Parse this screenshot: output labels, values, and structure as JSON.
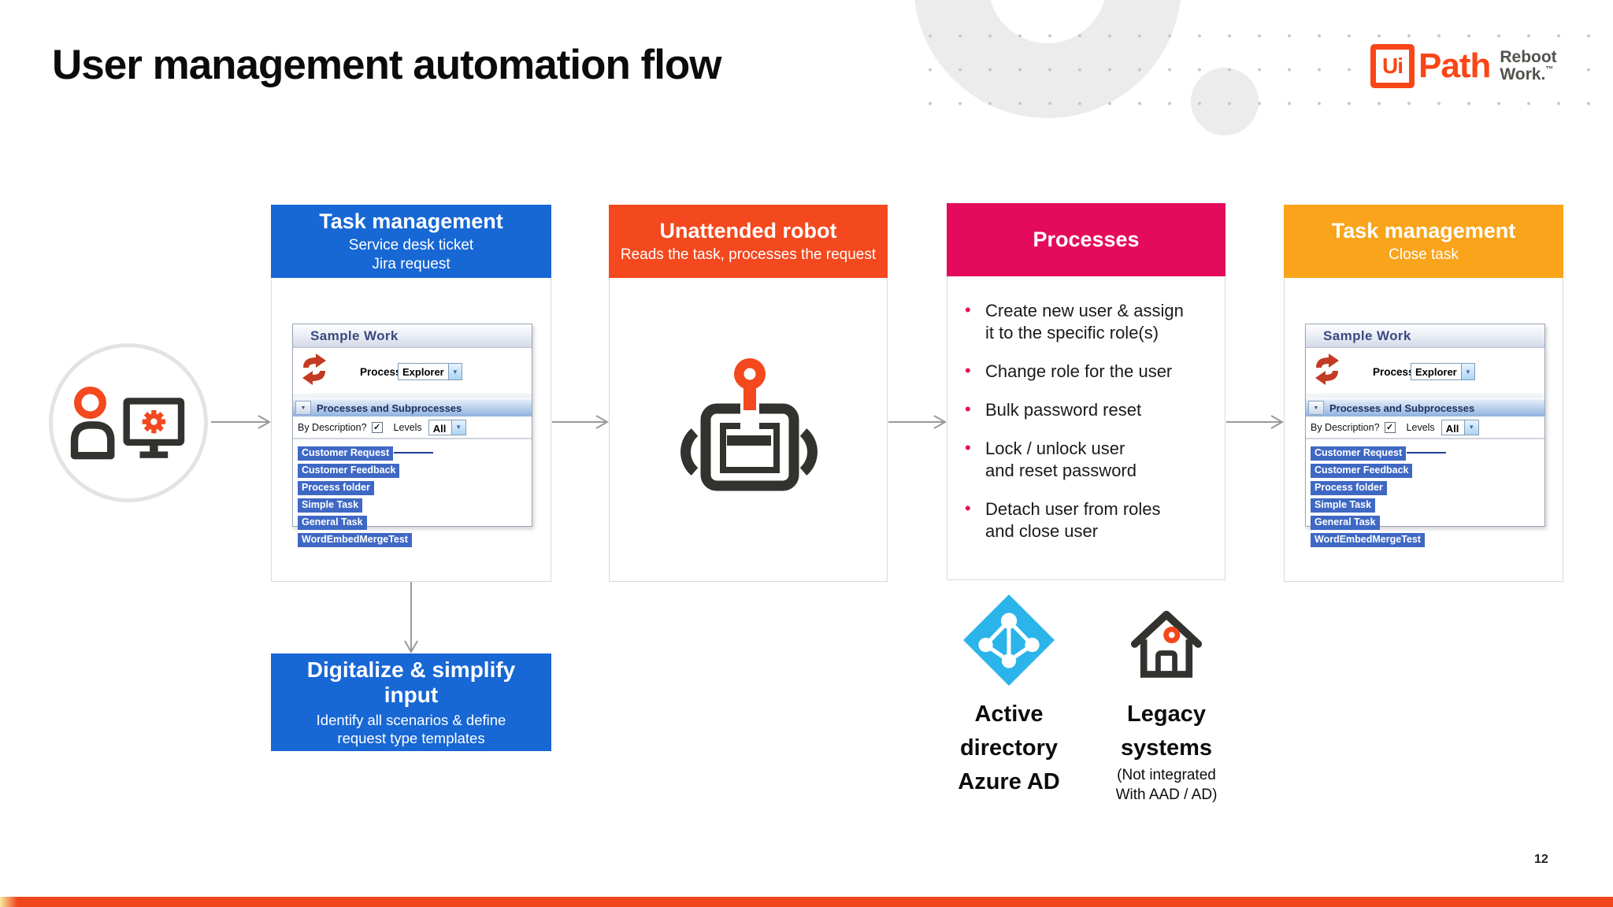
{
  "slide": {
    "title": "User management automation flow",
    "page_number": "12"
  },
  "logo": {
    "ui": "Ui",
    "path": "Path",
    "tagline": "Reboot\nWork.",
    "tm": "™"
  },
  "colors": {
    "blue": "#1767D4",
    "orange": "#F4481E",
    "pink": "#E50B5C",
    "amber": "#F9A41B",
    "footer_bar": "#F0461C",
    "chip_blue": "#3E68C4",
    "azure": "#2BB4EA",
    "icon_dark": "#33322E"
  },
  "flow": {
    "step1": {
      "title": "Task management",
      "subtitle": "Service desk ticket\nJira request"
    },
    "step2": {
      "title": "Unattended robot",
      "subtitle": "Reads the task, processes the request"
    },
    "step3": {
      "title": "Processes",
      "bullets": [
        "Create new user & assign\nit to the specific role(s)",
        "Change role for the user",
        "Bulk password reset",
        "Lock / unlock user\nand reset password",
        "Detach user from roles\nand close user"
      ]
    },
    "step4": {
      "title": "Task management",
      "subtitle": "Close task"
    }
  },
  "digitalize": {
    "title": "Digitalize & simplify input",
    "subtitle": "Identify all scenarios & define\nrequest type templates"
  },
  "sample_work": {
    "title": "Sample Work",
    "process_label": "Process",
    "process_value": "Explorer",
    "section_header": "Processes and Subprocesses",
    "by_description_label": "By Description?",
    "checkbox_checked": "✓",
    "levels_label": "Levels",
    "levels_value": "All",
    "row1_left": "Customer Request",
    "row1_right": "Customer Feedback",
    "items": [
      "Process folder",
      "Simple Task",
      "General Task",
      "WordEmbedMergeTest"
    ]
  },
  "integrations": {
    "active_directory": {
      "label": "Active\ndirectory\nAzure AD"
    },
    "legacy": {
      "label": "Legacy\nsystems",
      "note": "(Not integrated\nWith AAD / AD)"
    }
  }
}
